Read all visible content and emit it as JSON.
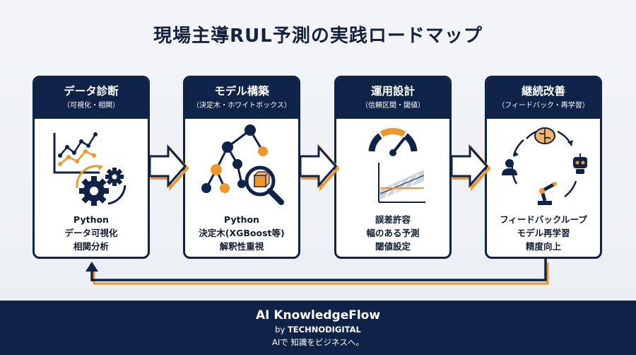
{
  "title": "現場主導RUL予測の実践ロードマップ",
  "steps": [
    {
      "title": "データ診断",
      "subtitle": "（可視化・相関）",
      "icon": "line-chart-gears-icon",
      "lines": [
        "Python",
        "データ可視化",
        "相関分析"
      ]
    },
    {
      "title": "モデル構築",
      "subtitle": "（決定木・ホワイトボックス）",
      "icon": "decision-tree-magnifier-icon",
      "lines": [
        "Python",
        "決定木(XGBoost等)",
        "解釈性重視"
      ]
    },
    {
      "title": "運用設計",
      "subtitle": "（信頼区間・閾値）",
      "icon": "gauge-confidence-band-icon",
      "lines": [
        "誤差許容",
        "幅のある予測",
        "閾値設定"
      ]
    },
    {
      "title": "継続改善",
      "subtitle": "（フィードバック・再学習）",
      "icon": "feedback-loop-brain-robot-icon",
      "lines": [
        "フィードバックループ",
        "モデル再学習",
        "精度向上"
      ]
    }
  ],
  "footer": {
    "brand": "AI KnowledgeFlow",
    "by_prefix": "by",
    "by_name": "TECHNODIGITAL",
    "tagline": "AIで 知識をビジネスへ。"
  },
  "colors": {
    "navy": "#0f2247",
    "orange": "#f0962f",
    "white": "#ffffff"
  }
}
